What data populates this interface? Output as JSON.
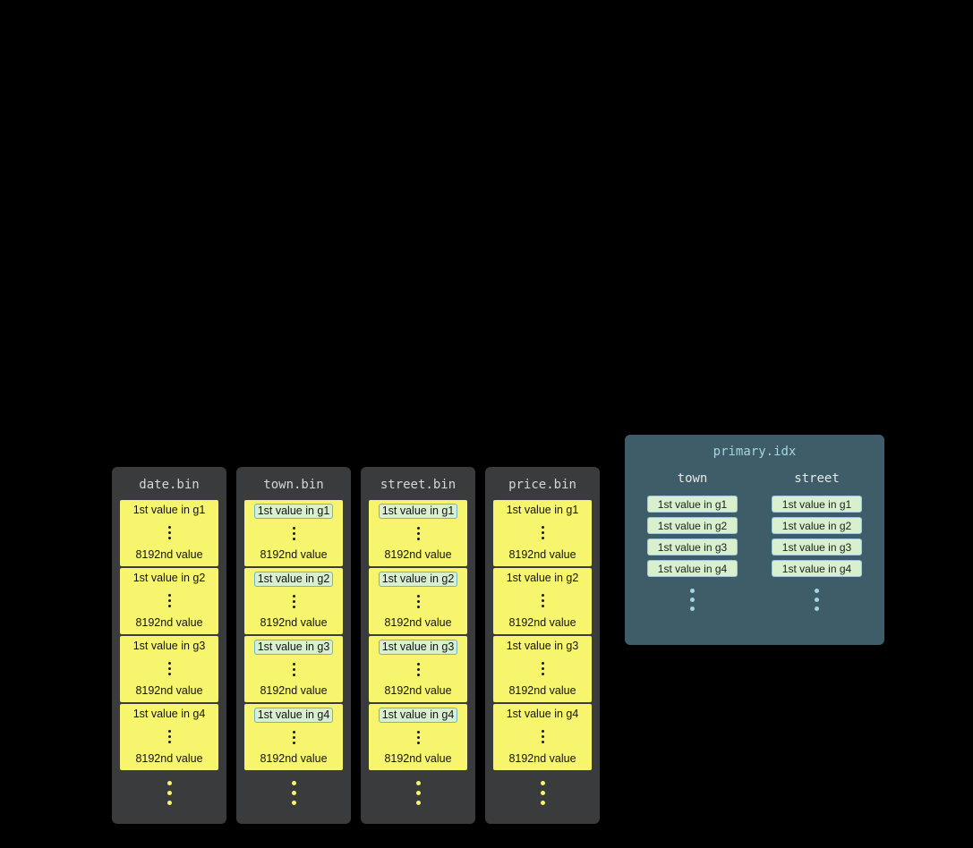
{
  "bin_columns": [
    {
      "title": "date.bin",
      "highlighted": false,
      "granules": [
        {
          "first": "1st value in g1",
          "last": "8192nd value"
        },
        {
          "first": "1st value in g2",
          "last": "8192nd value"
        },
        {
          "first": "1st value in g3",
          "last": "8192nd value"
        },
        {
          "first": "1st value in g4",
          "last": "8192nd value"
        }
      ]
    },
    {
      "title": "town.bin",
      "highlighted": true,
      "granules": [
        {
          "first": "1st value in g1",
          "last": "8192nd value"
        },
        {
          "first": "1st value in g2",
          "last": "8192nd value"
        },
        {
          "first": "1st value in g3",
          "last": "8192nd value"
        },
        {
          "first": "1st value in g4",
          "last": "8192nd value"
        }
      ]
    },
    {
      "title": "street.bin",
      "highlighted": true,
      "granules": [
        {
          "first": "1st value in g1",
          "last": "8192nd value"
        },
        {
          "first": "1st value in g2",
          "last": "8192nd value"
        },
        {
          "first": "1st value in g3",
          "last": "8192nd value"
        },
        {
          "first": "1st value in g4",
          "last": "8192nd value"
        }
      ]
    },
    {
      "title": "price.bin",
      "highlighted": false,
      "granules": [
        {
          "first": "1st value in g1",
          "last": "8192nd value"
        },
        {
          "first": "1st value in g2",
          "last": "8192nd value"
        },
        {
          "first": "1st value in g3",
          "last": "8192nd value"
        },
        {
          "first": "1st value in g4",
          "last": "8192nd value"
        }
      ]
    }
  ],
  "index_panel": {
    "title": "primary.idx",
    "columns": [
      {
        "header": "town",
        "entries": [
          "1st value in g1",
          "1st value in g2",
          "1st value in g3",
          "1st value in g4"
        ]
      },
      {
        "header": "street",
        "entries": [
          "1st value in g1",
          "1st value in g2",
          "1st value in g3",
          "1st value in g4"
        ]
      }
    ]
  },
  "colors": {
    "background": "#000000",
    "bin_column_bg": "#3a3b3d",
    "bin_title_color": "#d6d6d6",
    "granule_bg": "#f7f46e",
    "highlight_bg": "#d9f0cf",
    "highlight_border": "#6fb3cc",
    "panel_bg": "#3e5d68",
    "panel_title_color": "#a7d4e4",
    "entry_bg": "#d9f0cf",
    "yellow_dot": "#f7f46e",
    "blue_dot": "#a7d4e4"
  }
}
